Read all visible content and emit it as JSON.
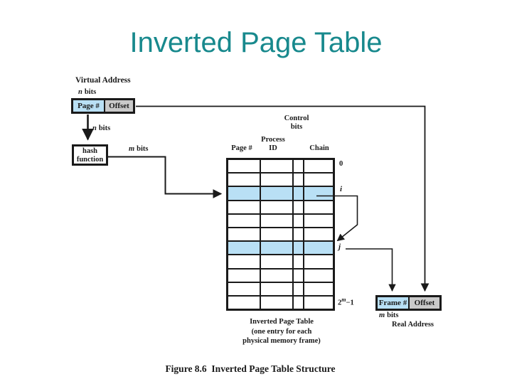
{
  "slide": {
    "title": "Inverted Page Table",
    "figure_caption": "Figure 8.6  Inverted Page Table Structure"
  },
  "colors": {
    "title_teal": "#18898D",
    "highlight_blue": "#B9E0F5",
    "field_gray": "#C9C9C9",
    "line_black": "#1A1A1A"
  },
  "virtual_address": {
    "title": "Virtual Address",
    "bits_var": "n",
    "bits_word": "bits",
    "page_field": "Page #",
    "offset_field": "Offset"
  },
  "hash": {
    "input_bits_var": "n",
    "input_bits_word": "bits",
    "box_line1": "hash",
    "box_line2": "function",
    "output_bits_var": "m",
    "output_bits_word": "bits"
  },
  "page_table": {
    "header_control_line1": "Control",
    "header_control_line2": "bits",
    "header_page": "Page #",
    "header_process_line1": "Process",
    "header_process_line2": "ID",
    "header_chain": "Chain",
    "row_count": 11,
    "columns": 4,
    "highlight_rows": [
      2,
      6
    ],
    "label_first_row": "0",
    "label_row_i": "i",
    "label_row_j": "j",
    "label_last_base": "2",
    "label_last_sup": "m",
    "label_last_tail": "−1",
    "caption_line1": "Inverted Page Table",
    "caption_line2": "(one entry for each",
    "caption_line3": "physical memory frame)"
  },
  "real_address": {
    "frame_field": "Frame #",
    "offset_field": "Offset",
    "bits_var": "m",
    "bits_word": "bits",
    "title": "Real Address"
  }
}
